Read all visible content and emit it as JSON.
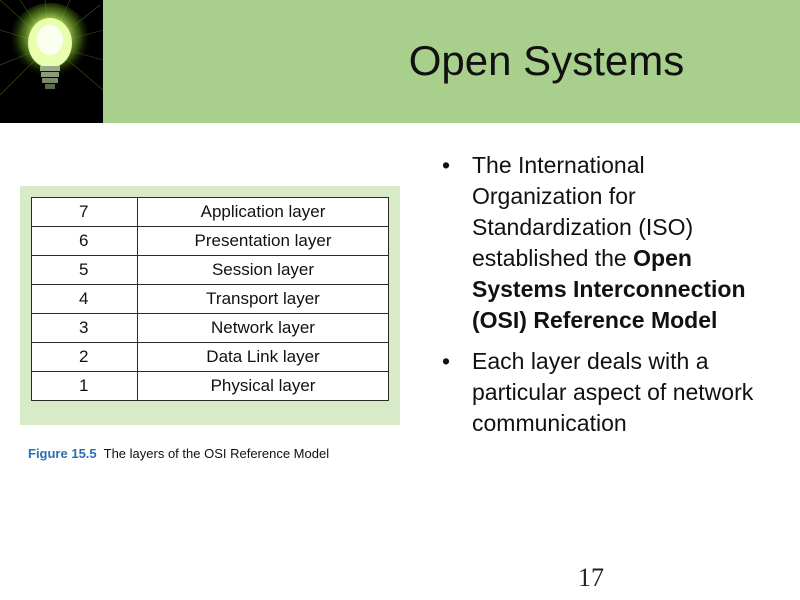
{
  "slide": {
    "title": "Open Systems",
    "page_number": "17"
  },
  "figure": {
    "rows": [
      {
        "number": "7",
        "layer": "Application layer"
      },
      {
        "number": "6",
        "layer": "Presentation layer"
      },
      {
        "number": "5",
        "layer": "Session layer"
      },
      {
        "number": "4",
        "layer": "Transport layer"
      },
      {
        "number": "3",
        "layer": "Network layer"
      },
      {
        "number": "2",
        "layer": "Data Link layer"
      },
      {
        "number": "1",
        "layer": "Physical layer"
      }
    ],
    "caption_number": "Figure 15.5",
    "caption_text": "The layers of the OSI Reference Model"
  },
  "bullets": {
    "item1_text": "The International Organization for Standardization (ISO) established the ",
    "item1_bold": "Open Systems Interconnection (OSI) Reference Model",
    "item2_text": "Each layer deals with a particular aspect of network communication"
  },
  "colors": {
    "header_bg": "#a8cf8c",
    "figure_panel_bg": "#d7ebc8",
    "caption_accent": "#2a6fb5"
  },
  "icons": {
    "logo": "lightbulb-icon"
  }
}
